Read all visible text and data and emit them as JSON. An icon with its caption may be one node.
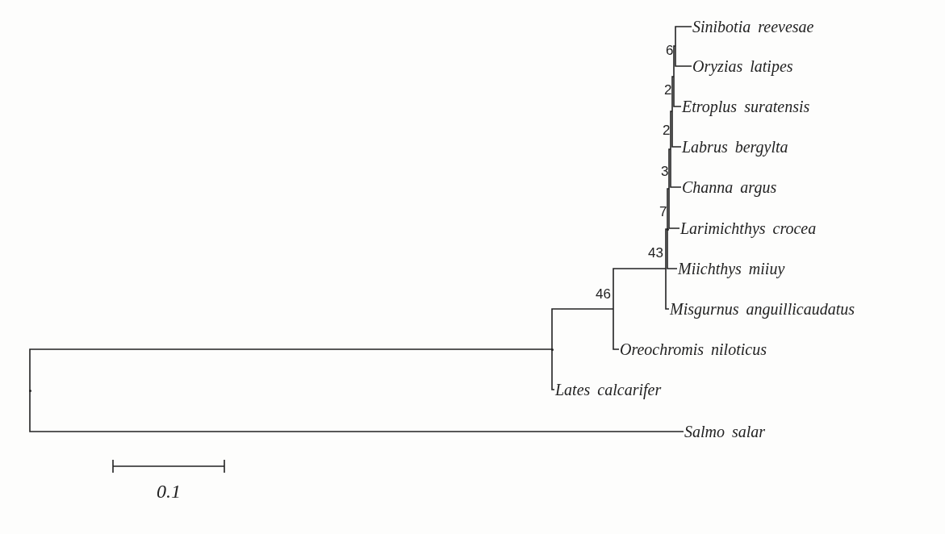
{
  "diagram": {
    "nodes": [
      {
        "text": [
          "Sinibotia reevesae"
        ]
      },
      {
        "text": [
          "6"
        ]
      },
      {
        "text": [
          "Oryzias latipes"
        ]
      },
      {
        "text": [
          "2"
        ]
      },
      {
        "text": [
          "Etroplus suratensis"
        ]
      },
      {
        "text": [
          "2"
        ]
      },
      {
        "text": [
          "Labrus bergylta"
        ]
      },
      {
        "text": [
          "3"
        ]
      },
      {
        "text": [
          "Channa argus"
        ]
      },
      {
        "text": [
          "7"
        ]
      },
      {
        "text": [
          "Larimichthys crocea"
        ]
      },
      {
        "text": [
          "43"
        ]
      },
      {
        "text": [
          "Miichthys miiuy"
        ]
      },
      {
        "text": [],
        "shape": "point"
      },
      {
        "text": [
          "Misgurnus anguillicaudatus"
        ]
      },
      {
        "text": [
          "46"
        ]
      },
      {
        "text": [
          "Oreochromis niloticus"
        ]
      },
      {
        "text": [],
        "shape": "point"
      },
      {
        "text": [
          "Lates calcarifer"
        ]
      },
      {
        "text": [],
        "shape": "point"
      },
      {
        "text": [
          "Salmo salar"
        ]
      }
    ],
    "edges": [
      {
        "from": 1,
        "to": 0,
        "arrow": "none"
      },
      {
        "from": 1,
        "to": 2,
        "arrow": "none"
      },
      {
        "from": 3,
        "to": 1,
        "arrow": "none"
      },
      {
        "from": 3,
        "to": 4,
        "arrow": "none"
      },
      {
        "from": 5,
        "to": 3,
        "arrow": "none"
      },
      {
        "from": 5,
        "to": 6,
        "arrow": "none"
      },
      {
        "from": 7,
        "to": 5,
        "arrow": "none"
      },
      {
        "from": 7,
        "to": 8,
        "arrow": "none"
      },
      {
        "from": 9,
        "to": 7,
        "arrow": "none"
      },
      {
        "from": 9,
        "to": 10,
        "arrow": "none"
      },
      {
        "from": 13,
        "to": 9,
        "arrow": "none"
      },
      {
        "from": 13,
        "to": 12,
        "arrow": "none"
      },
      {
        "from": 11,
        "to": 13,
        "arrow": "none"
      },
      {
        "from": 11,
        "to": 14,
        "arrow": "none"
      },
      {
        "from": 15,
        "to": 11,
        "arrow": "none"
      },
      {
        "from": 15,
        "to": 16,
        "arrow": "none"
      },
      {
        "from": 17,
        "to": 15,
        "arrow": "none"
      },
      {
        "from": 17,
        "to": 18,
        "arrow": "none"
      },
      {
        "from": 19,
        "to": 17,
        "arrow": "none"
      },
      {
        "from": 19,
        "to": 20,
        "arrow": "none"
      }
    ],
    "labels": [
      "0.1"
    ]
  }
}
